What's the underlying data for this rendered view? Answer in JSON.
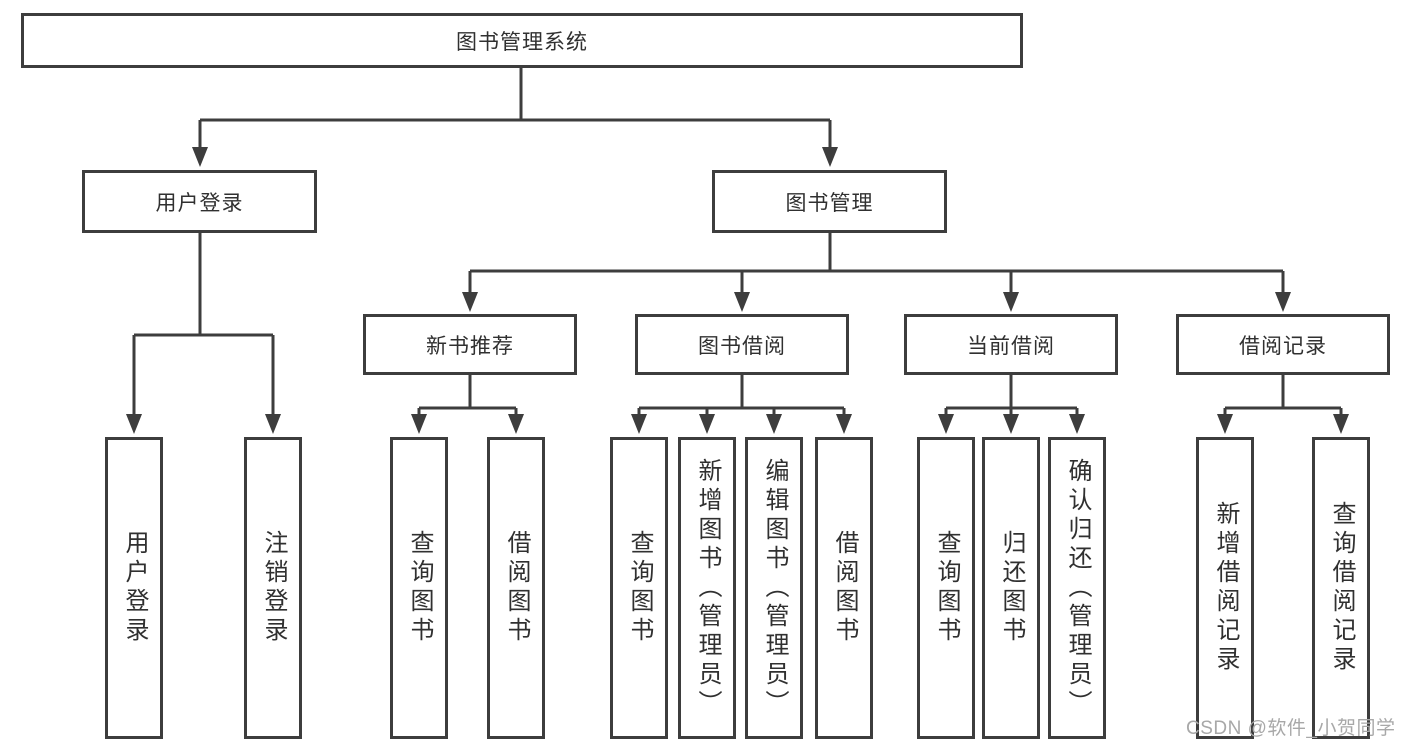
{
  "colors": {
    "line": "#3d3d3d",
    "box_border": "#3d3d3d",
    "box_background": "#ffffff",
    "text": "#303030",
    "watermark_text": "#a8a8a8"
  },
  "watermark": {
    "text": "CSDN @软件_小贺同学"
  },
  "tree": {
    "root": {
      "label": "图书管理系统"
    },
    "branches": [
      {
        "label": "用户登录",
        "children": [
          {
            "label": "用户登录"
          },
          {
            "label": "注销登录"
          }
        ]
      },
      {
        "label": "图书管理",
        "children": [
          {
            "label": "新书推荐",
            "children": [
              {
                "label": "查询图书"
              },
              {
                "label": "借阅图书"
              }
            ]
          },
          {
            "label": "图书借阅",
            "children": [
              {
                "label": "查询图书"
              },
              {
                "label": "新增图书（管理员）"
              },
              {
                "label": "编辑图书（管理员）"
              },
              {
                "label": "借阅图书"
              }
            ]
          },
          {
            "label": "当前借阅",
            "children": [
              {
                "label": "查询图书"
              },
              {
                "label": "归还图书"
              },
              {
                "label": "确认归还（管理员）"
              }
            ]
          },
          {
            "label": "借阅记录",
            "children": [
              {
                "label": "新增借阅记录"
              },
              {
                "label": "查询借阅记录"
              }
            ]
          }
        ]
      }
    ]
  }
}
